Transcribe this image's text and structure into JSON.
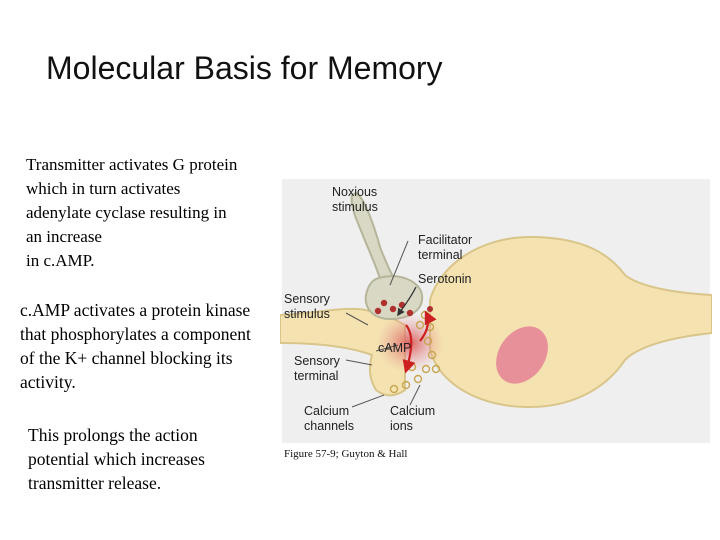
{
  "slide": {
    "title": "Molecular Basis for Memory",
    "paragraph1": [
      "Transmitter activates G protein",
      "which in turn activates",
      "adenylate cyclase resulting in",
      "an increase",
      "in c.AMP."
    ],
    "paragraph2": [
      "c.AMP activates a protein kinase",
      "that phosphorylates a component",
      "of the K+ channel blocking its",
      "activity."
    ],
    "paragraph3": [
      "This prolongs the action",
      "potential which increases",
      "transmitter release."
    ],
    "caption": "Figure 57-9; Guyton & Hall"
  },
  "figure": {
    "labels": {
      "noxious_stimulus": [
        "Noxious",
        "stimulus"
      ],
      "facilitator_terminal": [
        "Facilitator",
        "terminal"
      ],
      "serotonin": "Serotonin",
      "sensory_stimulus": [
        "Sensory",
        "stimulus"
      ],
      "camp": "cAMP",
      "sensory_terminal": [
        "Sensory",
        "terminal"
      ],
      "calcium_channels": [
        "Calcium",
        "channels"
      ],
      "calcium_ions": [
        "Calcium",
        "ions"
      ]
    },
    "colors": {
      "background": "#efefef",
      "neuron_fill": "#f4e2b0",
      "neuron_stroke": "#d9c58a",
      "facilitator_fill": "#d8d8c4",
      "facilitator_stroke": "#b5b59a",
      "nucleus": "#e8909a",
      "synapse_glow": "#e8a0a0",
      "camp_arrow": "#cc1f1f",
      "label_line": "#555555"
    }
  }
}
